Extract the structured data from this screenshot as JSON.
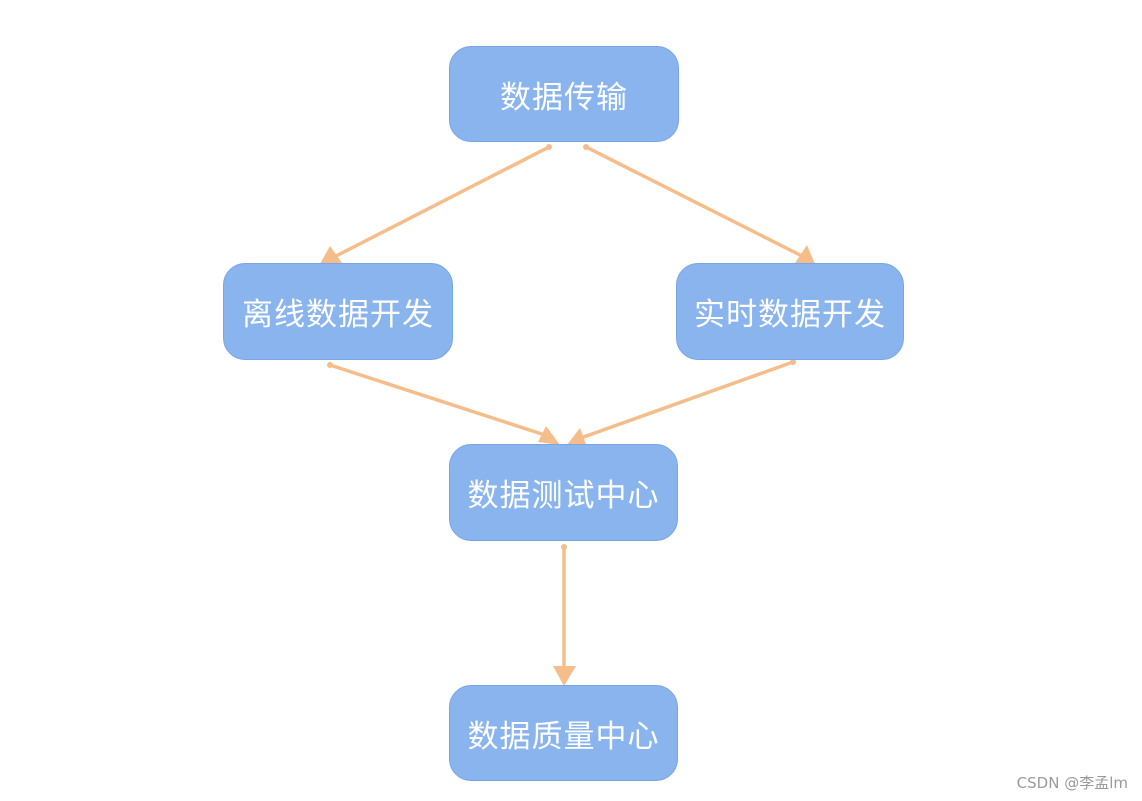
{
  "nodes": {
    "transfer": "数据传输",
    "offline": "离线数据开发",
    "realtime": "实时数据开发",
    "testing": "数据测试中心",
    "quality": "数据质量中心"
  },
  "colors": {
    "node_fill": "#8ab4ee",
    "node_text": "#ffffff",
    "arrow": "#f5bd8a"
  },
  "watermark": "CSDN @李孟lm"
}
